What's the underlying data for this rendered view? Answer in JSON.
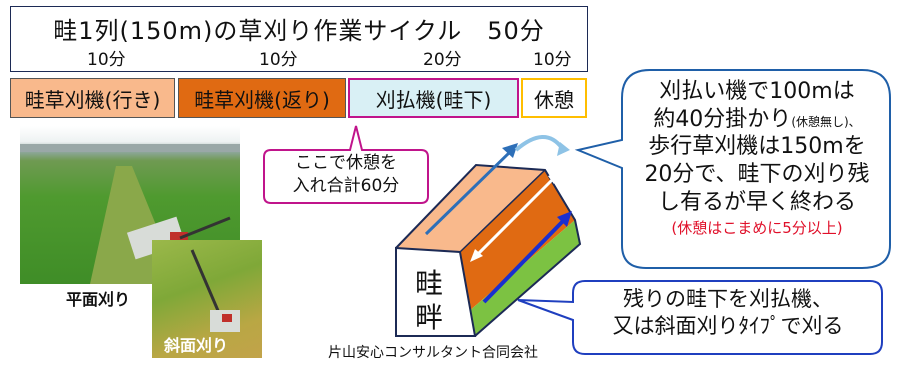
{
  "header": {
    "title": "畦1列(150m)の草刈り作業サイクル　50分",
    "durations": [
      "10分",
      "10分",
      "20分",
      "10分"
    ]
  },
  "segments": [
    {
      "label": "畦草刈機(行き)",
      "color": "#f9b98c"
    },
    {
      "label": "畦草刈機(返り)",
      "color": "#e06a12"
    },
    {
      "label": "刈払機(畦下)",
      "color": "#d9f0f5"
    },
    {
      "label": "休憩",
      "color": "#ffffff"
    }
  ],
  "rest_note": {
    "lines": [
      "ここで休憩を",
      "入れ合計60分"
    ]
  },
  "info_callout": {
    "line1": "刈払い機で100mは",
    "line2_main": "約40分掛かり",
    "line2_small": "(休憩無し)、",
    "line3": "歩行草刈機は150mを",
    "line4": "20分で、畦下の刈り残",
    "line5": "し有るが早く終わる",
    "note": "(休憩はこまめに5分以上)"
  },
  "ridge": {
    "label_top": "畦",
    "label_bottom": "畔"
  },
  "bottom_callout": {
    "lines": [
      "残りの畦下を刈払機、",
      "又は斜面刈りﾀｲﾌﾟで刈る"
    ]
  },
  "photos": {
    "caption1": "平面刈り",
    "caption2": "斜面刈り"
  },
  "company": "片山安心コンサルタント合同会社"
}
